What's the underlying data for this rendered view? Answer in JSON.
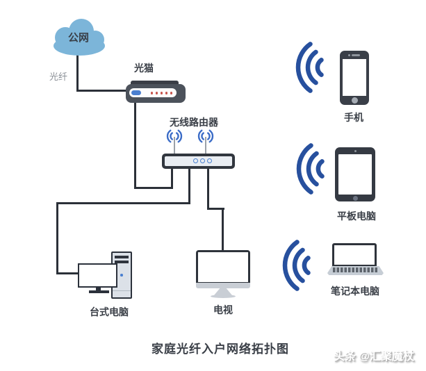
{
  "title": "家庭光纤入户网络拓扑图",
  "watermark": "头条 @汇聚魔杖",
  "nodes": {
    "cloud": {
      "label": "公网"
    },
    "modem": {
      "label": "光猫"
    },
    "router": {
      "label": "无线路由器"
    },
    "desktop": {
      "label": "台式电脑"
    },
    "tv": {
      "label": "电视"
    },
    "phone": {
      "label": "手机"
    },
    "tablet": {
      "label": "平板电脑"
    },
    "laptop": {
      "label": "笔记本电脑"
    }
  },
  "labels": {
    "fiber": "光纤"
  },
  "connections": [
    {
      "from": "公网",
      "to": "光猫",
      "medium": "光纤",
      "type": "wired"
    },
    {
      "from": "光猫",
      "to": "无线路由器",
      "type": "wired"
    },
    {
      "from": "无线路由器",
      "to": "台式电脑",
      "type": "wired"
    },
    {
      "from": "无线路由器",
      "to": "电视",
      "type": "wired"
    },
    {
      "from": "无线路由器",
      "to": "手机",
      "type": "wireless"
    },
    {
      "from": "无线路由器",
      "to": "平板电脑",
      "type": "wireless"
    },
    {
      "from": "无线路由器",
      "to": "笔记本电脑",
      "type": "wireless"
    }
  ],
  "colors": {
    "wifi_blue": "#27509e",
    "small_arc_blue": "#3b6cc7",
    "cloud_blue": "#7cb5d9",
    "cable_dark": "#2b3038",
    "device_dark": "#3a3f48",
    "label_dark": "#3a3f47",
    "fiber_label_gray": "#8b9097",
    "indicator_red": "#c8564e",
    "indicator_blue": "#4a7fd0"
  }
}
